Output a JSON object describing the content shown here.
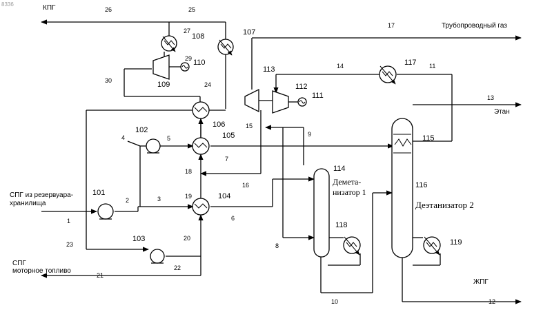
{
  "figure_id": "8336",
  "labels": {
    "kpg": "КПГ",
    "pipeline_gas": "Трубопроводный газ",
    "ethane": "Этан",
    "spg_line1": "СПГ из резервуара-",
    "spg_line2": "хранилища",
    "spg_fuel_line1": "СПГ",
    "spg_fuel_line2": "моторное топливо",
    "demeth_line1": "Демета-",
    "demeth_line2": "низатор 1",
    "deethanizer": "Деэтанизатор 2",
    "zhpg": "ЖПГ"
  },
  "equipment": [
    "101",
    "102",
    "103",
    "104",
    "105",
    "106",
    "107",
    "108",
    "109",
    "110",
    "111",
    "112",
    "113",
    "114",
    "115",
    "116",
    "117",
    "118",
    "119"
  ],
  "streams": [
    "1",
    "2",
    "3",
    "4",
    "5",
    "6",
    "7",
    "8",
    "9",
    "10",
    "11",
    "12",
    "13",
    "14",
    "15",
    "16",
    "17",
    "18",
    "19",
    "20",
    "21",
    "22",
    "23",
    "24",
    "25",
    "26",
    "27",
    "29",
    "30"
  ]
}
